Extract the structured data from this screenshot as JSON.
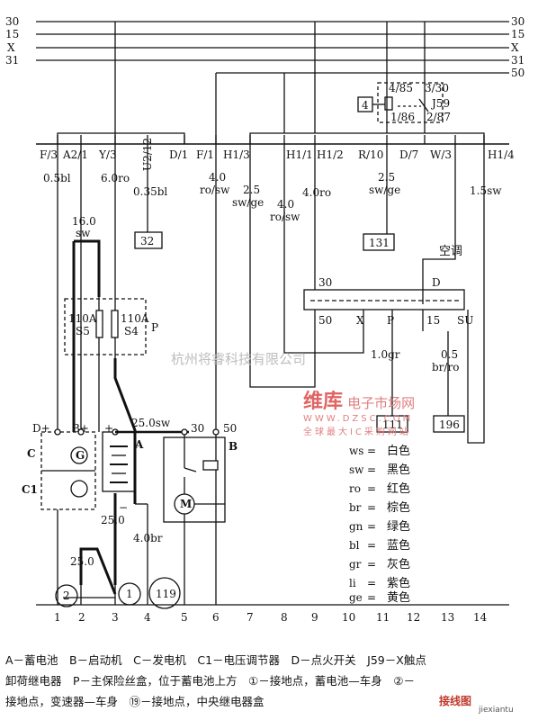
{
  "bus_lines": [
    "30",
    "15",
    "X",
    "31",
    "30",
    "15",
    "X",
    "31",
    "50"
  ],
  "fuse_terminals": [
    "F/3",
    "A2/1",
    "Y/3",
    "U2/12",
    "D/1",
    "F/1",
    "H1/3",
    "H1/1",
    "H1/2",
    "R/10",
    "D/7",
    "W/3",
    "H1/4"
  ],
  "wires": {
    "w1": "0.5bl",
    "w2": "6.0ro",
    "w3": "0.35bl",
    "w4": "4.0",
    "w4b": "ro/sw",
    "w5": "2.5",
    "w5b": "sw/ge",
    "w6": "4.0",
    "w6b": "ro/sw",
    "w7": "4.0ro",
    "w8": "2.5",
    "w8b": "sw/ge",
    "w9": "1.5sw",
    "w10": "16.0",
    "w10b": "sw",
    "w11": "25.0sw",
    "w12": "25.0",
    "w13": "4.0br",
    "w14": "25.0",
    "w15": "1.0gr",
    "w16": "0.5",
    "w16b": "br/ro"
  },
  "relay": {
    "box": "4",
    "p1": "4/85",
    "p2": "3/30",
    "p3": "1/86",
    "p4": "2/87",
    "name": "J59"
  },
  "refs": {
    "r32": "32",
    "r131": "131",
    "r111": "111",
    "r196": "196"
  },
  "aircon": "空调",
  "switch_d": {
    "t30": "30",
    "tD": "D",
    "t50": "50",
    "tX": "X",
    "tP": "P",
    "t15": "15",
    "tSU": "SU"
  },
  "fuse_box": {
    "f1": "110A",
    "f1b": "S5",
    "f2": "110A",
    "f2b": "S4",
    "name": "P"
  },
  "components": {
    "A": "A",
    "B": "B",
    "C": "C",
    "C1": "C1",
    "Dplus": "D+",
    "Bplus": "B+",
    "plus": "+",
    "minus": "−",
    "b30": "30",
    "b50": "50",
    "G": "G",
    "M": "M"
  },
  "grounds": [
    "2",
    "1",
    "119"
  ],
  "bottom_numbers": [
    "1",
    "2",
    "3",
    "4",
    "5",
    "6",
    "7",
    "8",
    "9",
    "10",
    "11",
    "12",
    "13",
    "14"
  ],
  "color_codes": [
    {
      "code": "ws",
      "name": "白色"
    },
    {
      "code": "sw",
      "name": "黑色"
    },
    {
      "code": "ro",
      "name": "红色"
    },
    {
      "code": "br",
      "name": "棕色"
    },
    {
      "code": "gn",
      "name": "绿色"
    },
    {
      "code": "bl",
      "name": "蓝色"
    },
    {
      "code": "gr",
      "name": "灰色"
    },
    {
      "code": "li",
      "name": "紫色"
    },
    {
      "code": "ge",
      "name": "黄色"
    }
  ],
  "watermark": "杭州将睿科技有限公司",
  "site": {
    "name": "维库",
    "sub": "电子市场网",
    "url": "WWW.DZSC.COM",
    "slogan": "全球最大IC采购网站"
  },
  "caption": [
    "A－蓄电池　B－启动机　C－发电机　C1－电压调节器　D－点火开关　J59－X触点",
    "卸荷继电器　P－主保险丝盒，位于蓄电池上方　①－接地点，蓄电池—车身　②－",
    "接地点，变速器—车身　⑲－接地点，中央继电器盒"
  ],
  "logo": "接线图",
  "logo_sub": "jiexiantu"
}
